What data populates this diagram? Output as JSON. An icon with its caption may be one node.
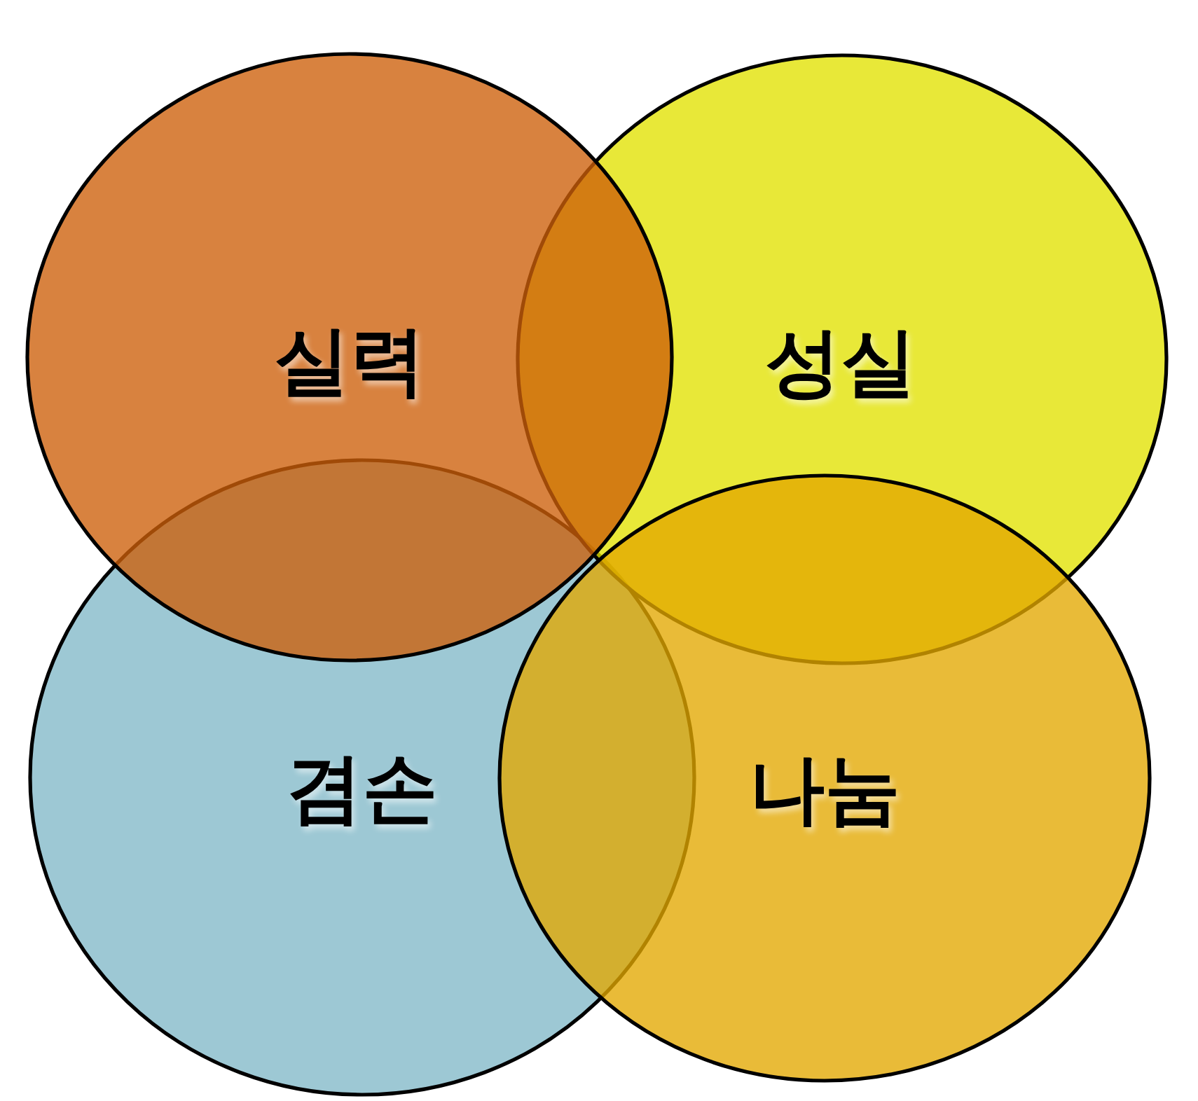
{
  "diagram": {
    "nodes": [
      {
        "text": [
          "실력"
        ]
      },
      {
        "text": [
          "성실"
        ]
      },
      {
        "text": [
          "겸손"
        ]
      },
      {
        "text": [
          "나눔"
        ]
      }
    ]
  }
}
